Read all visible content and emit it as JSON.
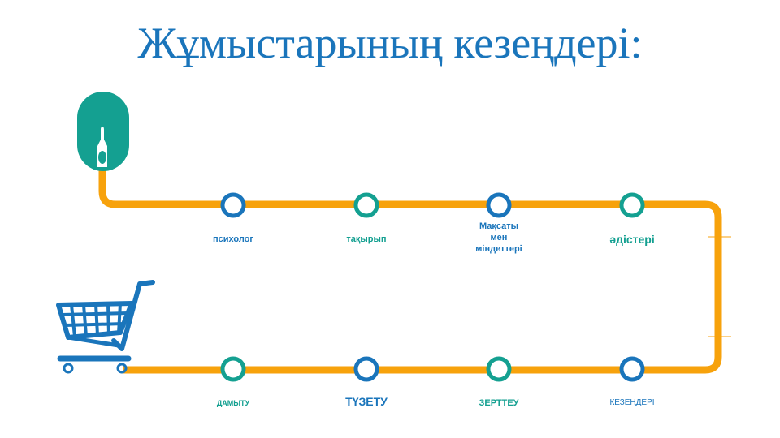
{
  "title": "Жұмыстарының кезеңдері:",
  "colors": {
    "title": "#1a75bb",
    "track": "#f7a20c",
    "blue_node": "#1a75bb",
    "teal_node": "#14a091",
    "mouse": "#14a091",
    "cart": "#1a75bb"
  },
  "icons": {
    "start": "computer-mouse-icon",
    "end": "shopping-cart-icon"
  },
  "top_row": [
    {
      "label": "психолог",
      "color": "blue"
    },
    {
      "label": "тақырып",
      "color": "teal"
    },
    {
      "label_lines": [
        "Мақсаты",
        "мен",
        "міндеттері"
      ],
      "color": "blue"
    },
    {
      "label": "әдістері",
      "color": "teal"
    }
  ],
  "bottom_row": [
    {
      "label": "ДАМЫТУ",
      "color": "teal"
    },
    {
      "label": "ТҮЗЕТУ",
      "color": "blue"
    },
    {
      "label": "ЗЕРТТЕУ",
      "color": "teal"
    },
    {
      "label": "КЕЗЕҢДЕРІ",
      "color": "blue"
    }
  ]
}
